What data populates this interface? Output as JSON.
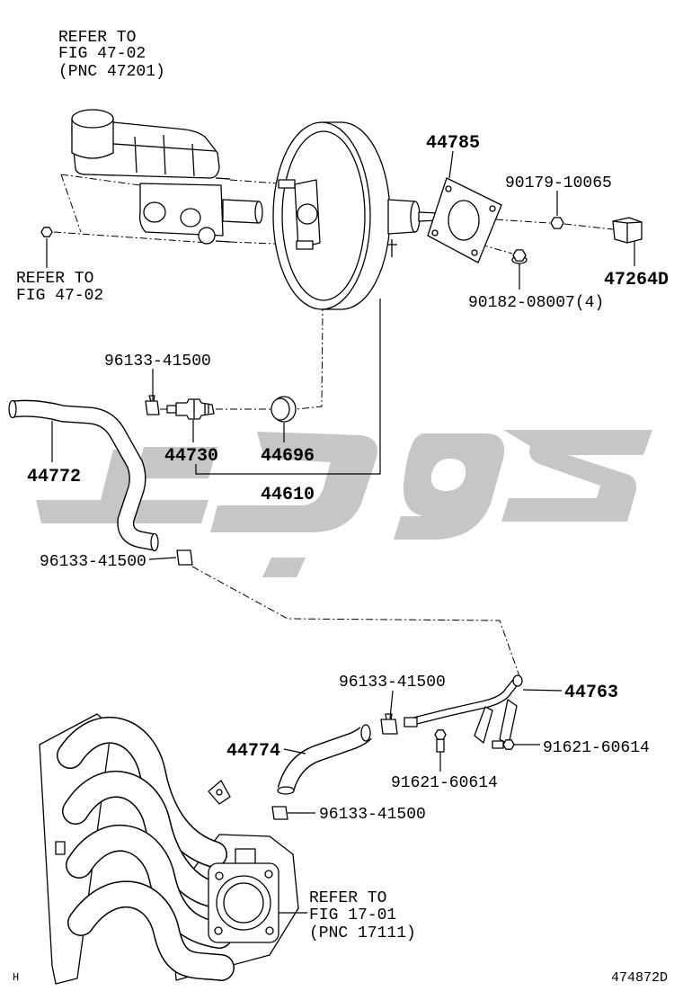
{
  "diagram": {
    "refer_master_cylinder": {
      "line1": "REFER TO",
      "line2": "FIG 47-02",
      "line3": "(PNC 47201)"
    },
    "refer_mount_nut": {
      "line1": "REFER TO",
      "line2": "FIG 47-02"
    },
    "refer_throttle_body": {
      "line1": "REFER TO",
      "line2": "FIG 17-01",
      "line3": "(PNC 17111)"
    },
    "parts": {
      "gasket": "44785",
      "nut_upper": "90179-10065",
      "bracket": "47264D",
      "nut_lower": "90182-08007(4)",
      "clamp_check_valve": "96133-41500",
      "check_valve": "44730",
      "grommet": "44696",
      "hose_upper": "44772",
      "vacuum_assy": "44610",
      "clamp_hose_lower": "96133-41500",
      "pipe": "44763",
      "clamp_pipe": "96133-41500",
      "hose_lower": "44774",
      "bolt_right": "91621-60614",
      "bolt_left": "91621-60614",
      "clamp_manifold": "96133-41500"
    }
  },
  "footer": {
    "left_mark": "H",
    "figure_number": "474872D"
  },
  "colors": {
    "line": "#000000",
    "watermark": "#c6c6c6",
    "background": "#ffffff"
  }
}
